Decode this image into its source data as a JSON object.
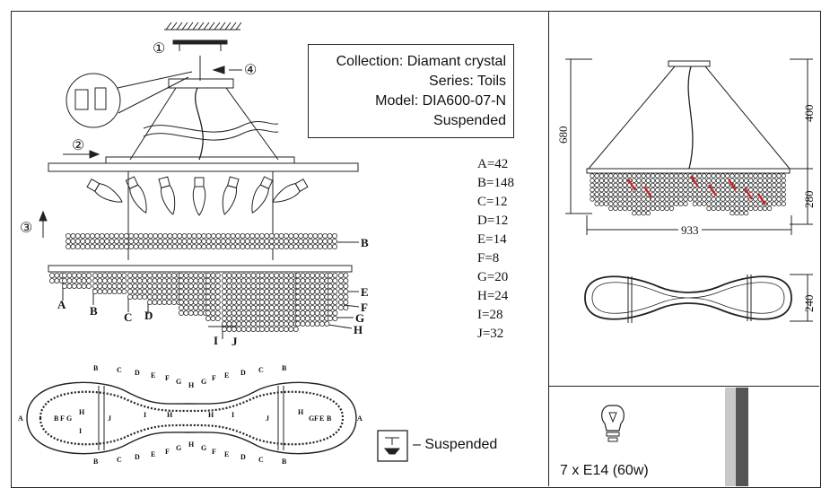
{
  "info": {
    "collection": "Collection: Diamant crystal",
    "series": "Series: Toils",
    "model": "Model: DIA600-07-N",
    "type": "Suspended"
  },
  "params": [
    "A=42",
    "B=148",
    "C=12",
    "D=12",
    "E=14",
    "F=8",
    "G=20",
    "H=24",
    "I=28",
    "J=32"
  ],
  "steps": [
    "①",
    "②",
    "③",
    "④"
  ],
  "side_labels": [
    "B",
    "E",
    "F",
    "G",
    "H",
    "A",
    "B",
    "C",
    "D",
    "I",
    "J"
  ],
  "plan_labels": {
    "top": [
      "B",
      "C",
      "D",
      "E",
      "F",
      "G",
      "H",
      "G",
      "F",
      "E",
      "D",
      "C",
      "B"
    ],
    "left_A": "A",
    "right_A": "A",
    "inner_left": [
      "B",
      "F",
      "G",
      "H",
      "I",
      "J"
    ],
    "inner_right": [
      "J",
      "H",
      "G",
      "F",
      "E",
      "B"
    ],
    "mid": [
      "I",
      "H",
      "H",
      "I"
    ],
    "bottom": [
      "B",
      "C",
      "D",
      "E",
      "F",
      "G",
      "H",
      "G",
      "F",
      "E",
      "D",
      "C",
      "B"
    ]
  },
  "dimensions": {
    "total_height": "680",
    "top_height": "400",
    "shade_height": "280",
    "width": "933",
    "depth": "240"
  },
  "mount_legend": "– Suspended",
  "bulb": "7 x E14 (60w)",
  "colors": {
    "stroke": "#222222",
    "bead": "#2a2a2a",
    "accent": "#cc2222"
  }
}
